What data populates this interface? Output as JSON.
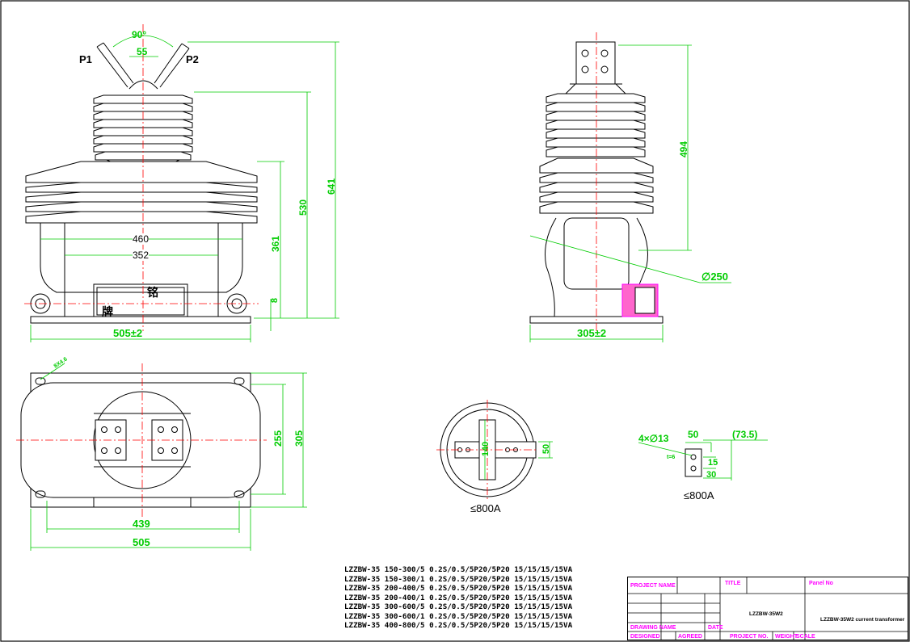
{
  "front_view": {
    "terminal_labels": [
      "P1",
      "P2"
    ],
    "angle_label": "90°",
    "terminal_spacing": "55",
    "heights": [
      "641",
      "530",
      "361",
      "8"
    ],
    "widths": [
      "460",
      "352"
    ],
    "base_width": "505±2",
    "nameplate_chars": [
      "铭",
      "牌"
    ]
  },
  "side_view": {
    "height": "494",
    "diameter": "∅250",
    "base_width": "305±2"
  },
  "plan_view": {
    "hole_label": "8X4.6",
    "inner_height": "255",
    "outer_height": "305",
    "inner_width": "439",
    "outer_width": "505"
  },
  "terminal_detail_round": {
    "dim_140": "140",
    "dim_50": "50",
    "rating": "≤800A"
  },
  "terminal_detail_small": {
    "holes": "4×∅13",
    "width": "50",
    "offset": "(73.5)",
    "thickness": "t=6",
    "dim_15": "15",
    "dim_30": "30",
    "rating": "≤800A"
  },
  "spec_lines": [
    "LZZBW-35 150-300/5 0.2S/0.5/5P20/5P20 15/15/15/15VA",
    "LZZBW-35 150-300/1 0.2S/0.5/5P20/5P20 15/15/15/15VA",
    "LZZBW-35 200-400/5 0.2S/0.5/5P20/5P20 15/15/15/15VA",
    "LZZBW-35 200-400/1 0.2S/0.5/5P20/5P20 15/15/15/15VA",
    "LZZBW-35 300-600/5 0.2S/0.5/5P20/5P20 15/15/15/15VA",
    "LZZBW-35 300-600/1 0.2S/0.5/5P20/5P20 15/15/15/15VA",
    "LZZBW-35 400-800/5 0.2S/0.5/5P20/5P20 15/15/15/15VA"
  ],
  "title_block": {
    "project_name": "PROJECT NAME",
    "title": "TITLE",
    "panel_no": "Panel No",
    "drawing_name": "DRAWING NAME",
    "date": "DATE",
    "designed": "DESIGNED",
    "agreed": "AGREED",
    "project_no": "PROJECT NO.",
    "weight": "WEIGHT",
    "scale": "SCALE",
    "model": "LZZBW-35W2",
    "description": "LZZBW-35W2 current transformer"
  },
  "colors": {
    "outline": "#000000",
    "dimension": "#00cc00",
    "centerline": "#ff0000",
    "accent": "#ff00ff"
  }
}
